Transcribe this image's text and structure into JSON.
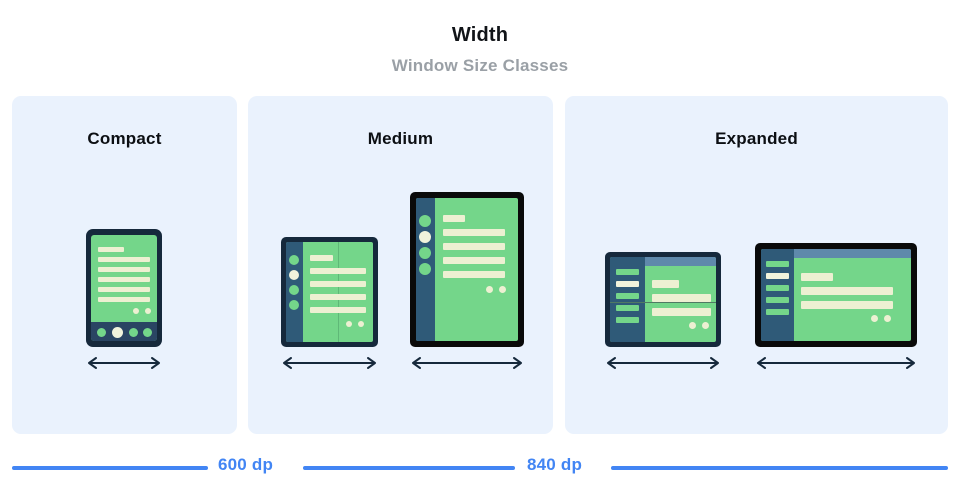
{
  "header": {
    "title": "Width",
    "subtitle": "Window Size Classes"
  },
  "panels": [
    {
      "key": "compact",
      "label": "Compact"
    },
    {
      "key": "medium",
      "label": "Medium"
    },
    {
      "key": "expanded",
      "label": "Expanded"
    }
  ],
  "breakpoints": [
    {
      "label": "600 dp"
    },
    {
      "label": "840 dp"
    }
  ],
  "devices": {
    "compact_phone": {
      "name": "phone-portrait"
    },
    "medium_foldable": {
      "name": "foldable-portrait"
    },
    "medium_tablet": {
      "name": "tablet-portrait"
    },
    "expanded_foldable": {
      "name": "foldable-landscape"
    },
    "expanded_tablet": {
      "name": "tablet-landscape"
    }
  },
  "colors": {
    "panel_background": "#eaf2fd",
    "page_background": "#ffffff",
    "accent_blue": "#4285f4",
    "device_frame_navy": "#16293c",
    "device_frame_black": "#0a0a0a",
    "screen_green": "#74d68a",
    "content_cream": "#edf0d2",
    "rail_steel": "#2f5a78",
    "topbar_blue": "#5f89ab",
    "navbar_navy": "#2a4563",
    "title_text": "#111418",
    "subtitle_text": "#9aa0a6"
  }
}
